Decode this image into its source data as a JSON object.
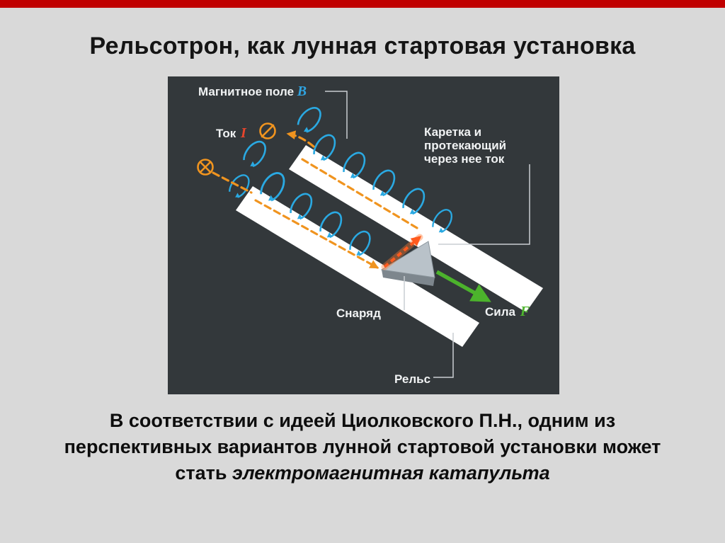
{
  "page": {
    "background": "#d9d9d9",
    "top_bar_color": "#c00000"
  },
  "slide": {
    "title": "Рельсотрон, как лунная стартовая установка",
    "caption": {
      "line1": "В соответствии с идеей Циолковского П.Н., одним из",
      "line2": "перспективных вариантов лунной стартовой установки может",
      "line3_normal": "стать ",
      "line3_italic": "электромагнитная катапульта"
    }
  },
  "diagram": {
    "background": "#33383b",
    "labels": {
      "magnetic_field": "Магнитное поле ",
      "magnetic_field_symbol": "B",
      "current": "Ток ",
      "current_symbol": "I",
      "carriage_line1": "Каретка и",
      "carriage_line2": "протекающий",
      "carriage_line3": "через нее ток",
      "projectile": "Снаряд",
      "rail": "Рельс",
      "force": "Сила ",
      "force_symbol": "F"
    },
    "colors": {
      "rail": "#ffffff",
      "field_line": "#2aa9e2",
      "current_line": "#f0941f",
      "current_hot": "#ff5a1e",
      "force_arrow": "#4cb32c",
      "label_text": "#f1f3f4",
      "symbol_b": "#2fa3e0",
      "symbol_i": "#e8452c",
      "symbol_f": "#4db52d",
      "carriage_fill": "#b9c2c9"
    }
  }
}
